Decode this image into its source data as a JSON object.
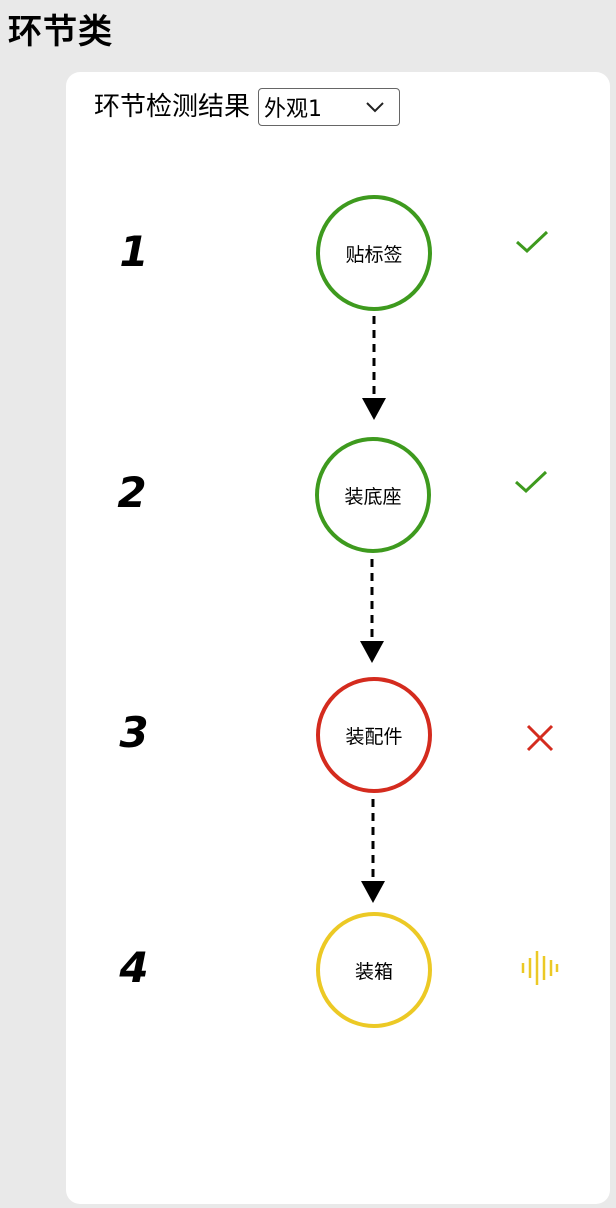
{
  "page": {
    "title": "环节类"
  },
  "card": {
    "header_label": "环节检测结果",
    "select": {
      "value": "外观1",
      "icon": "chevron-down-icon"
    }
  },
  "steps": [
    {
      "number": "1",
      "label": "贴标签",
      "status": "pass",
      "status_icon": "check-icon",
      "color": "#3e9a1e"
    },
    {
      "number": "2",
      "label": "装底座",
      "status": "pass",
      "status_icon": "check-icon",
      "color": "#3e9a1e"
    },
    {
      "number": "3",
      "label": "装配件",
      "status": "fail",
      "status_icon": "cross-icon",
      "color": "#d42b1e"
    },
    {
      "number": "4",
      "label": "装箱",
      "status": "pending",
      "status_icon": "audio-wave-icon",
      "color": "#ecc925"
    }
  ],
  "colors": {
    "pass": "#3e9a1e",
    "fail": "#d42b1e",
    "pending": "#ecc925"
  }
}
